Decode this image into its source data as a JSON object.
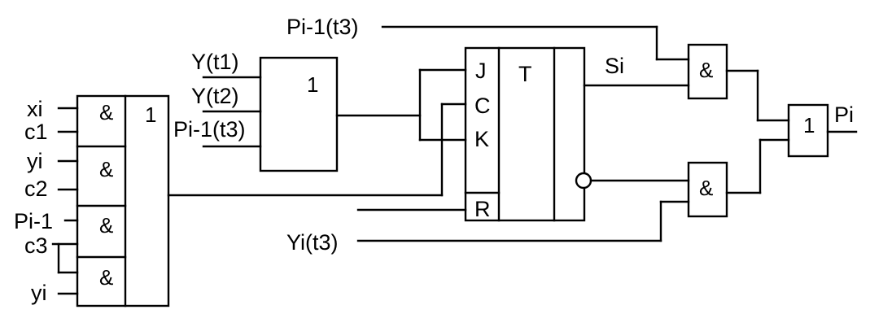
{
  "inputs": {
    "xi": "xi",
    "c1": "c1",
    "yi_top": "yi",
    "c2": "c2",
    "pi_minus_1": "Pi-1",
    "c3": "c3",
    "yi_bottom": "yi"
  },
  "block1": {
    "and_symbol": "&",
    "or_symbol": "1"
  },
  "block2": {
    "or_symbol": "1",
    "inputs": [
      "Y(t1)",
      "Y(t2)",
      "Pi-1(t3)"
    ]
  },
  "trigger": {
    "j": "J",
    "c": "C",
    "k": "K",
    "r": "R",
    "name": "T",
    "output": "Si"
  },
  "gates_right": {
    "top_input": "Pi-1(t3)",
    "bottom_input": "Yi(t3)",
    "and_symbol": "&",
    "or_symbol": "1",
    "output": "Pi"
  }
}
